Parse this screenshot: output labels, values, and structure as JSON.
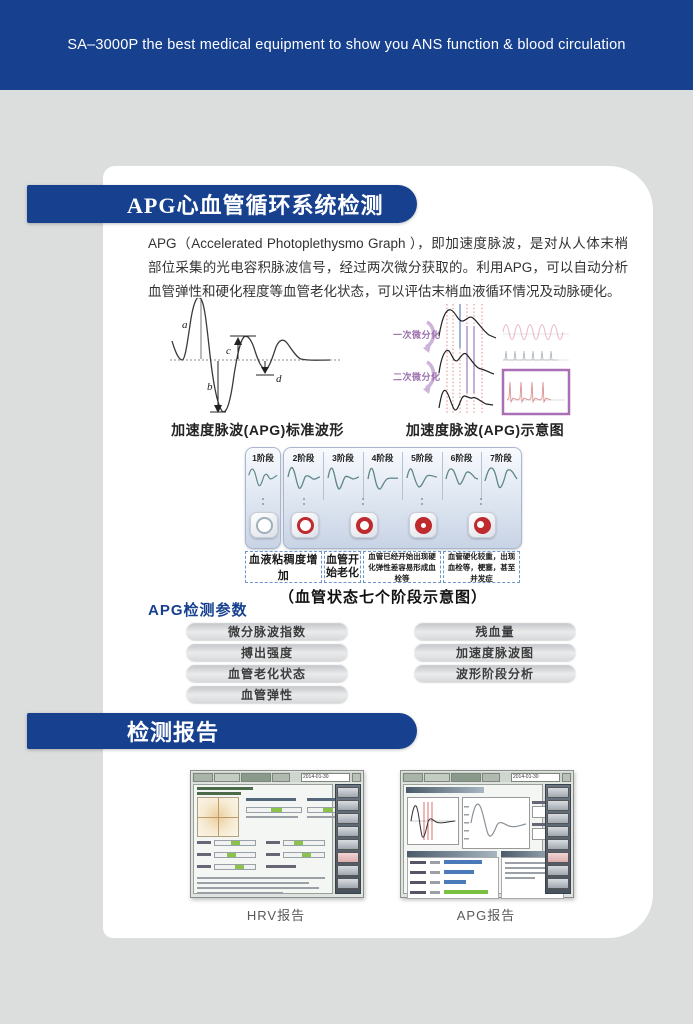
{
  "header": {
    "slogan": "SA–3000P the best medical equipment to show you ANS function & blood circulation"
  },
  "colors": {
    "brand_blue": "#17418f",
    "accent_red": "#bf2a2e",
    "purple": "#9b6fae"
  },
  "section_apg": {
    "title": "APG心血管循环系统检测",
    "intro": "APG（Accelerated Photoplethysmo Graph ），即加速度脉波，是对从人体末梢部位采集的光电容积脉波信号，经过两次微分获取的。利用APG，可以自动分析血管弹性和硬化程度等血管老化状态，可以评估末梢血液循环情况及动脉硬化。",
    "standard_waveform": {
      "caption": "加速度脉波(APG)标准波形",
      "labels": {
        "a": "a",
        "b": "b",
        "c": "c",
        "d": "d"
      }
    },
    "schematic": {
      "caption": "加速度脉波(APG)示意图",
      "first_diff": "一次微分化",
      "second_diff": "二次微分化"
    },
    "stages": {
      "headers": [
        "1阶段",
        "2阶段",
        "3阶段",
        "4阶段",
        "5阶段",
        "6阶段",
        "7阶段"
      ],
      "notes": [
        "血液粘稠度增加",
        "血管开始老化",
        "血管已经开始出现硬化弹性差容易形成血栓等",
        "血管硬化较重，出现血栓等，梗塞，甚至并发症"
      ],
      "caption": "（血管状态七个阶段示意图）"
    },
    "params": {
      "heading": "APG检测参数",
      "left": [
        "微分脉波指数",
        "搏出强度",
        "血管老化状态",
        "血管弹性"
      ],
      "right": [
        "残血量",
        "加速度脉波图",
        "波形阶段分析"
      ]
    }
  },
  "section_report": {
    "title": "检测报告",
    "reports": [
      {
        "caption": "HRV报告",
        "date": "2014-01-30"
      },
      {
        "caption": "APG报告",
        "date": "2014-01-30"
      }
    ]
  }
}
